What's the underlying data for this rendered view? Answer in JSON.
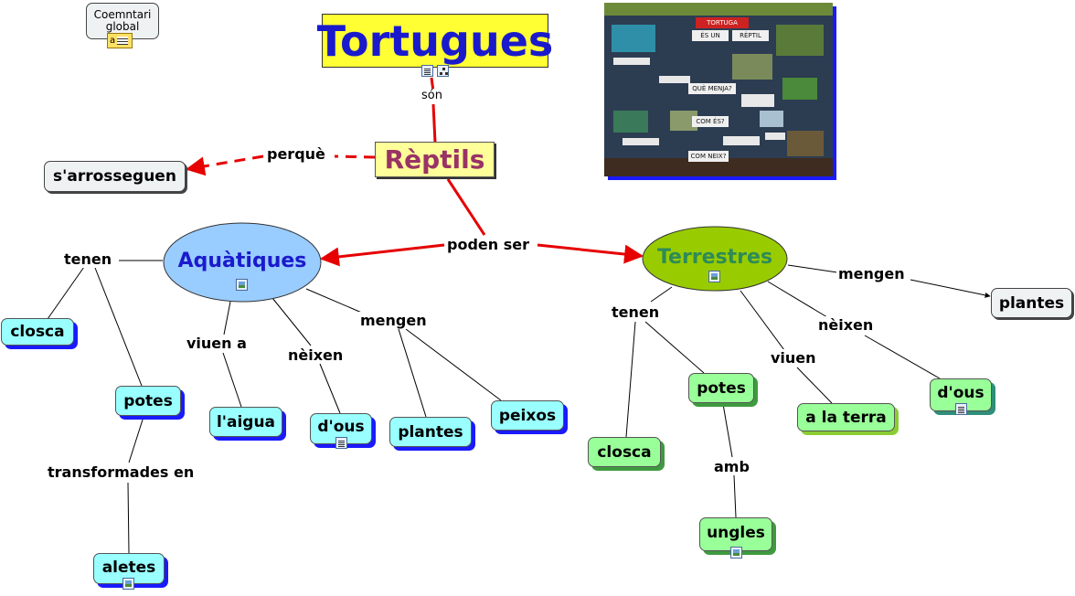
{
  "global_comment": {
    "label": "Coemntari global",
    "icon": "note-icon"
  },
  "title": "Tortugues",
  "nodes": {
    "reptils": "Rèptils",
    "arrosseguen": "s'arrosseguen",
    "aquatiques": "Aquàtiques",
    "terrestres": "Terrestres",
    "a_closca": "closca",
    "a_potes": "potes",
    "a_aletes": "aletes",
    "a_aigua": "l'aigua",
    "a_dous": "d'ous",
    "a_plantes": "plantes",
    "a_peixos": "peixos",
    "t_closca": "closca",
    "t_potes": "potes",
    "t_ungles": "ungles",
    "t_terra": "a la terra",
    "t_dous": "d'ous",
    "t_plantes": "plantes"
  },
  "links": {
    "son": "són",
    "perque": "perquè",
    "poden_ser": "poden ser",
    "a_tenen": "tenen",
    "a_transformades": "transformades en",
    "a_viuen": "viuen a",
    "a_neixen": "nèixen",
    "a_mengen": "mengen",
    "t_tenen": "tenen",
    "t_amb": "amb",
    "t_viuen": "viuen",
    "t_neixen": "nèixen",
    "t_mengen": "mengen"
  },
  "photo": {
    "labels": [
      "TORTUGA",
      "ÉS UN",
      "RÈPTIL",
      "QUÈ MENJA?",
      "COM ÉS?",
      "COM NEIX?"
    ]
  },
  "colors": {
    "title_bg": "#ffff33",
    "title_text": "#1a1acc",
    "reptils_bg": "#ffff99",
    "reptils_text": "#993366",
    "aquatiques_bg": "#99ccff",
    "aquatiques_text": "#1a1acc",
    "terrestres_bg": "#99cc00",
    "terrestres_text": "#2e8b57",
    "link_red": "#e60000"
  }
}
